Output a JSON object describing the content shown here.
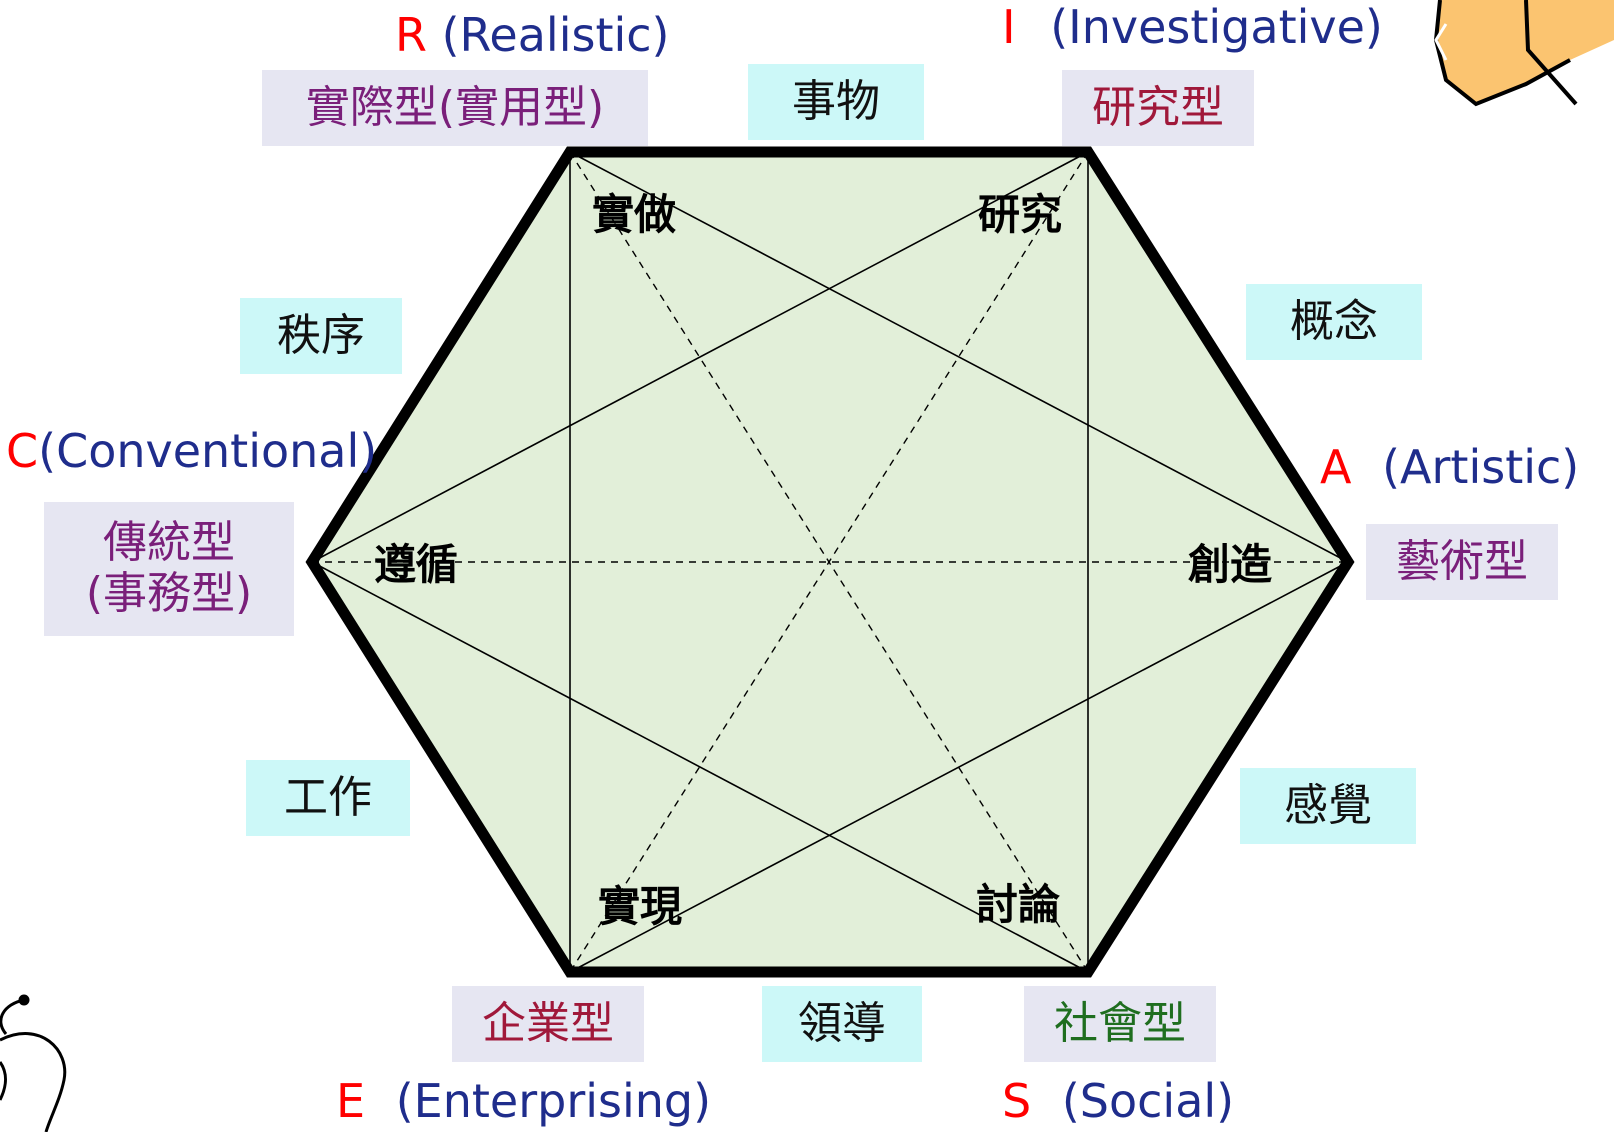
{
  "colors": {
    "hexagon_fill": "#e2efd9",
    "hexagon_stroke": "#000000",
    "code_letter": "#ff0000",
    "english_name": "#1f2d8c",
    "type_purple": "#7a1f7a",
    "type_crimson": "#a0183a",
    "type_green": "#1f6e1f",
    "dimension_box": "#ccf8f8",
    "type_box": "#e6e6f2"
  },
  "types": {
    "R": {
      "letter": "R",
      "english": "(Realistic)",
      "chinese": "實際型(實用型)",
      "inner": "實做"
    },
    "I": {
      "letter": "I",
      "english": "(Investigative)",
      "chinese": "研究型",
      "inner": "研究"
    },
    "A": {
      "letter": "A",
      "english": "(Artistic)",
      "chinese": "藝術型",
      "inner": "創造"
    },
    "S": {
      "letter": "S",
      "english": "(Social)",
      "chinese": "社會型",
      "inner": "討論"
    },
    "E": {
      "letter": "E",
      "english": "(Enterprising)",
      "chinese": "企業型",
      "inner": "實現"
    },
    "C": {
      "letter": "C",
      "english": "(Conventional)",
      "chinese_line1": "傳統型",
      "chinese_line2": "(事務型)",
      "inner": "遵循"
    }
  },
  "dimensions": {
    "top": "事物",
    "upper_right": "概念",
    "lower_right": "感覺",
    "bottom": "領導",
    "lower_left": "工作",
    "upper_left": "秩序"
  }
}
